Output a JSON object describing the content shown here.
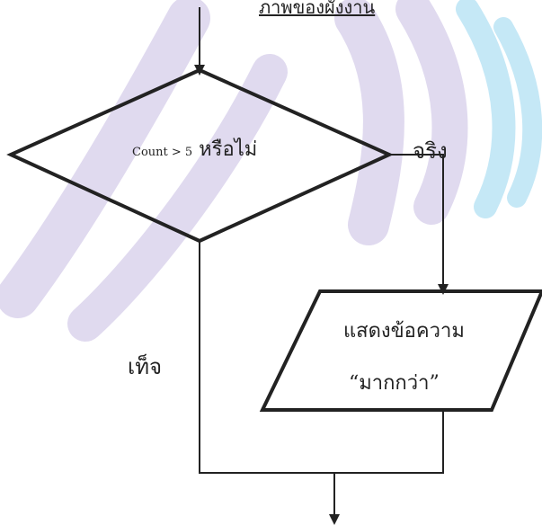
{
  "heading": "ภาพของผังงาน",
  "decision": {
    "condition": "Count > 5",
    "question": "หรือไม่"
  },
  "branches": {
    "true_label": "จริง",
    "false_label": "เท็จ"
  },
  "output": {
    "line1": "แสดงข้อความ",
    "line2": "“มากกว่า”"
  },
  "colors": {
    "stroke": "#222222",
    "watermark_purple": "#ddd6ee",
    "watermark_cyan": "#bfe6f6"
  }
}
